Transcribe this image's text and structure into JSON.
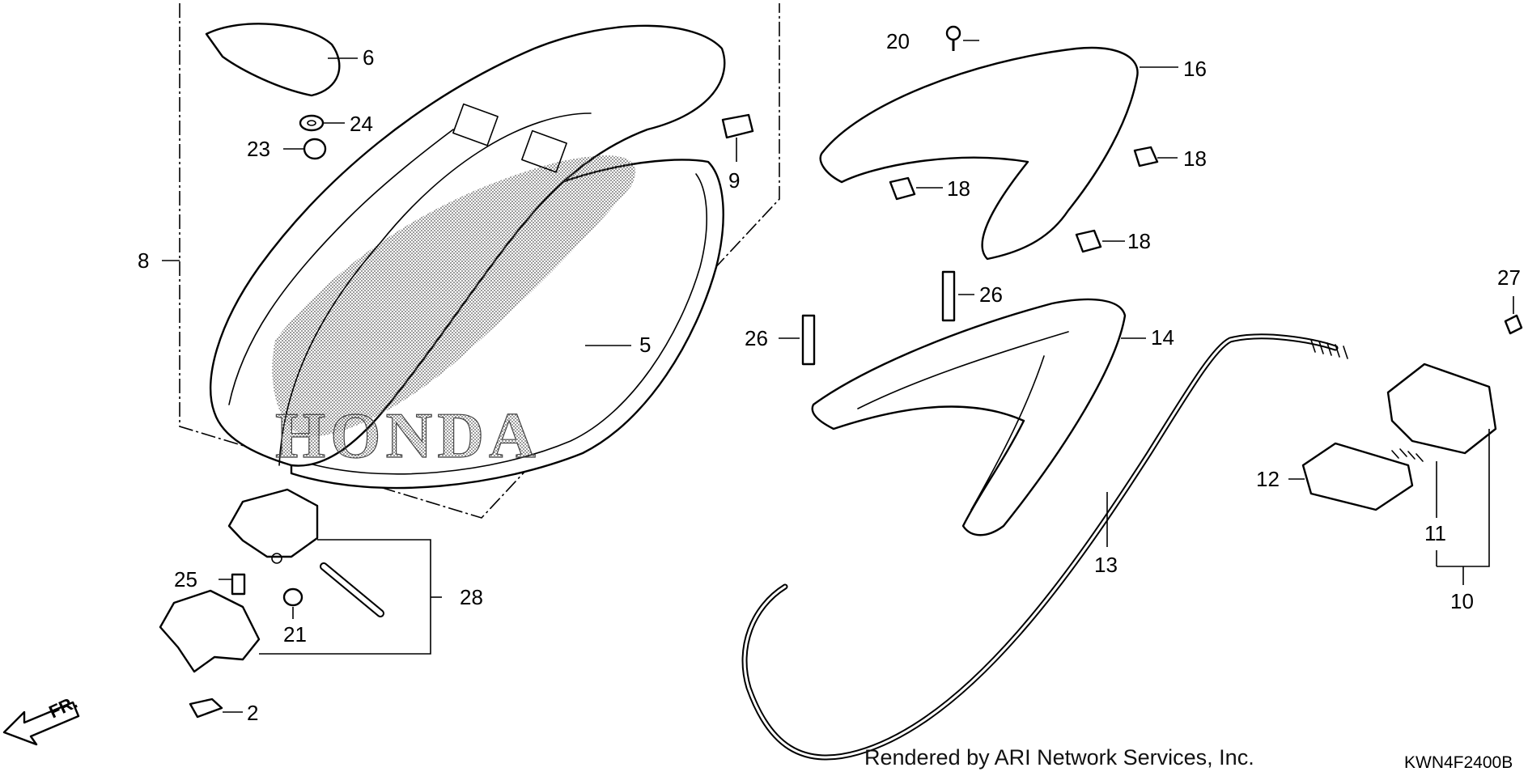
{
  "diagram": {
    "callouts": [
      "2",
      "5",
      "6",
      "8",
      "9",
      "10",
      "11",
      "12",
      "13",
      "14",
      "16",
      "18",
      "18",
      "18",
      "20",
      "21",
      "23",
      "24",
      "25",
      "26",
      "26",
      "27",
      "28"
    ],
    "brand_mark": "HONDA",
    "direction_label": "FR.",
    "credit": "Rendered by ARI Network Services, Inc.",
    "drawing_code": "KWN4F2400B"
  }
}
